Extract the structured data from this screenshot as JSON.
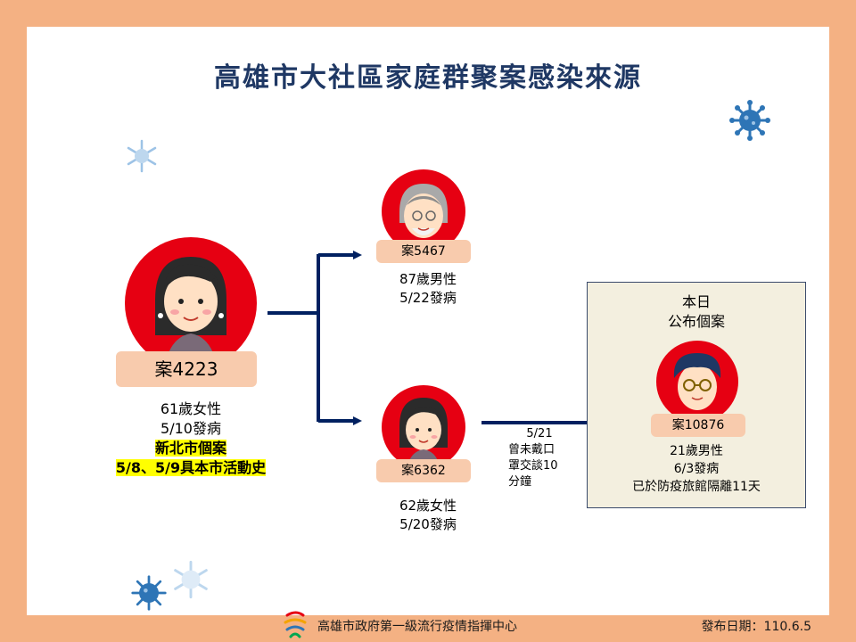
{
  "title": "高雄市大社區家庭群聚案感染來源",
  "index_case": {
    "label": "案4223",
    "lines": [
      "61歲女性",
      "5/10發病"
    ],
    "highlight_lines": [
      "新北市個案",
      "5/8、5/9具本市活動史"
    ]
  },
  "case_a": {
    "label": "案5467",
    "lines": [
      "87歲男性",
      "5/22發病"
    ]
  },
  "case_b": {
    "label": "案6362",
    "lines": [
      "62歲女性",
      "5/20發病"
    ]
  },
  "transmission_note": [
    "5/21",
    "曾未戴口",
    "罩交談10",
    "分鐘"
  ],
  "today_box": {
    "heading": [
      "本日",
      "公布個案"
    ],
    "label": "案10876",
    "lines": [
      "21歲男性",
      "6/3發病",
      "已於防疫旅館隔離11天"
    ]
  },
  "footer": {
    "agency": "高雄市政府第一級流行疫情指揮中心",
    "date": "發布日期：110.6.5"
  },
  "colors": {
    "background": "#f4b183",
    "title": "#1f3864",
    "arrow": "#002060",
    "circle": "#e60012",
    "label_box": "#f8cbad",
    "highlight": "#ffff00",
    "today_box": "#f3efdf"
  },
  "icons": [
    "virus-icon",
    "snowflake-icon",
    "kaohsiung-logo"
  ]
}
